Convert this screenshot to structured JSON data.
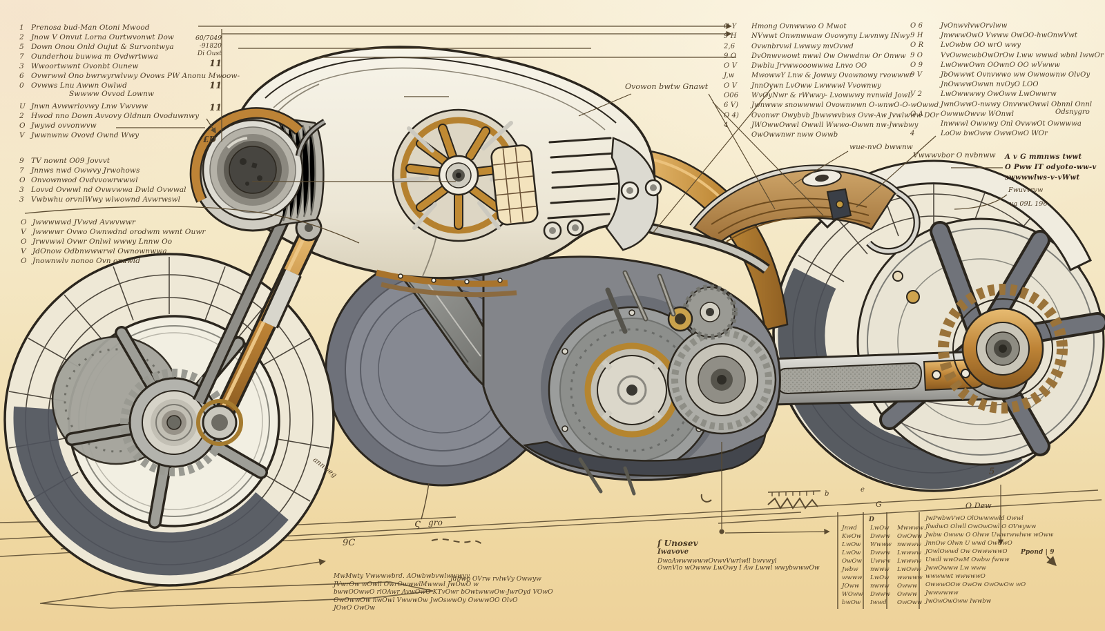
{
  "palette": {
    "paper": "#f4e7c4",
    "ink": "#4a3a25",
    "outline": "#2b261e",
    "brass": "#bd8336",
    "steel": "#b9b8b2",
    "tire_shadow": "#4e525c",
    "cream_body": "#f2eee1"
  },
  "left_panel": {
    "groupA": {
      "items": [
        {
          "n": "1",
          "t": "Prenosa bud-Man Otoni Mwood"
        },
        {
          "n": "2",
          "t": "Jnow V Onvut Lorna Ourtwvonwt Dow"
        },
        {
          "n": "5",
          "t": "Down Onou Onld Oujut & Survontwya"
        },
        {
          "n": "7",
          "t": "Ounderhou buwwa m Ovdwrtwwa"
        },
        {
          "n": "3",
          "t": "Wwoortwwnt Ovonbt Ounew"
        },
        {
          "n": "6",
          "t": "Ovwrwwl Ono bwrwyrwlvwy Ovows PW Anonu Mwoow-"
        },
        {
          "n": "0",
          "t": "Ovwws Lnu Awwn Owlwd"
        }
      ],
      "subtitle": "Swwww Ovvod Lownw"
    },
    "groupB": {
      "items": [
        {
          "n": "U",
          "t": "Jnwn Avwwrlovwy Lnw Vwvww"
        },
        {
          "n": "2",
          "t": "Hwod nno Down Avvovy Oldnun Ovoduwnwy"
        },
        {
          "n": "O",
          "t": "Jwywd ovvonwvw"
        },
        {
          "n": "V",
          "t": "Jwwnwnw Ovovd Ownd Wwy"
        }
      ]
    },
    "groupC": {
      "items": [
        {
          "n": "9",
          "t": "TV nownt O09 Jovvvt"
        },
        {
          "n": "7",
          "t": "Jnnws nwd Owwvy Jrwohows"
        },
        {
          "n": "O",
          "t": "Onvownwod Ovdvvowrwwwl"
        },
        {
          "n": "3",
          "t": "Lovvd Ovwwl nd Ovwvwwa Dwld Ovwwal"
        },
        {
          "n": "3",
          "t": "Vwbwhu orvnlWwy wlwownd Avwrwswl"
        }
      ]
    },
    "groupD": {
      "items": [
        {
          "n": "O",
          "t": "Jwwwwwd JVwvd Avwvwwr"
        },
        {
          "n": "V",
          "t": "Jwwwwr Ovwo Ownwdnd orodwm wwnt Ouwr"
        },
        {
          "n": "O",
          "t": "Jrwvwwl Ovwr Onlwl wwwy Lnnw Oo"
        },
        {
          "n": "V",
          "t": "JdOnow Odbnwwwrwl Ownownwwa"
        },
        {
          "n": "O",
          "t": "Jnownwlv nonoo Ovn onawld"
        }
      ]
    },
    "dims": {
      "values": [
        "60/7049",
        "-91820",
        "Di Oust"
      ],
      "tick1": "11",
      "tick2": "11",
      "tick3": "11",
      "bottom": "£D"
    }
  },
  "right_list_1": {
    "items": [
      {
        "p": "O Y",
        "t": "Hmong Ovnwwwo O Mwot"
      },
      {
        "p": "9 H",
        "t": "NVwwt Onwnwwaw Ovowyny Lwvnwy INwy"
      },
      {
        "p": "2,6",
        "t": "Ovwnbrvwl Lwwwy mvOvwd"
      },
      {
        "p": "9 O",
        "t": "DvOnwvwowt nwwl Ow Owwdnw Or Onww"
      },
      {
        "p": "O V",
        "t": "Dwblu Jrvwwooowwwa Lnvo OO"
      },
      {
        "p": "J,w",
        "t": "MwowwY Lnw & Jowwy Ovownowy rvowwwr"
      },
      {
        "p": "O V",
        "t": "JnnOvwn LvOww Lwwwwl Vvownwy"
      },
      {
        "p": "O06",
        "t": "WvOyNwr & rWwwy- Lvowwwy nvnwld JowL"
      },
      {
        "p": "6 V)",
        "t": "Jwnwww snowwwwl Ovownwwn O-wnwO-O-wOwwd"
      },
      {
        "p": "O 4)",
        "t": "Ovonwr Owybvb Jbwwwvbws Ovw-Aw Jvwlwww DOr"
      },
      {
        "p": "4",
        "t": "JWOwwOwwl Owwll Wwwo-Owwn nw-Jwwbwy"
      },
      {
        "p": "",
        "t": "OwOwwnwr nww Owwb"
      }
    ]
  },
  "right_list_2": {
    "items": [
      {
        "p": "O 6",
        "t": "JvOnwvlvwOrvlww"
      },
      {
        "p": "9 H",
        "t": "JnwwwOwO Vwww OwOO-hwOnwVwt"
      },
      {
        "p": "O R",
        "t": "LvOwbw OO wrO wwy"
      },
      {
        "p": "9 O",
        "t": "VvOwwcwbOwOrOw Lww wwwd wbnl IwwOr"
      },
      {
        "p": "O 9",
        "t": "LwOwwOwn OOwnO OO wVwww"
      },
      {
        "p": "9 V",
        "t": "JbOwwwt Ovnvwwo ww Owwownw OlvOy"
      },
      {
        "p": "",
        "t": "JnOwwwOwwn nvOyO LOO"
      },
      {
        "p": "V 2",
        "t": "LwOwwwwy OwOww LwOwwrw"
      },
      {
        "p": "",
        "t": "JwnOwwO-nwwy OnvwwOwwl Obnnl Onnl"
      },
      {
        "p": "O A",
        "t": "OwwwOwvw WOnwl"
      },
      {
        "p": "",
        "t": "Inwwwl Owwwy Onl OvwwOt Owwwwa"
      },
      {
        "p": "4",
        "t": "LoOw bwOww OwwOwO WOr"
      }
    ]
  },
  "callouts": {
    "top_center": "Ovowon bwtw Gnawt",
    "tail1": "wue-nvO bwwnw",
    "tail2": "Vwwwvbor O nvbnww",
    "odsnygro": "Odsnygro",
    "sprocket1": "Fwuvvrvw",
    "sprocket2": "va 09L 196",
    "engine_script": "annweg"
  },
  "bold_note": {
    "l1": "A v G mmnws twwt",
    "l2": "O Pww IT odyoto-ww-v",
    "l3": "swwwwlws-v-vWwt"
  },
  "center_note": {
    "head": "ſ Unosev",
    "sub": "Iwavove",
    "l1": "DwoAwwwwwwOvwvVwrlwll bwvwyl",
    "l2": "OwnVlo wOwww LwOwy I Aw Lwwl wwybwwwOw"
  },
  "footer_para": {
    "items": [
      "MwMwty Vwwwwbrd. AOwbwbvwlwwwyy",
      "JVwrOw wOwll OwrOwwwlMwwwl JwOwO w",
      "bwwOOwwO rlOAwr AvwOwO KTvOwr bOwtwwwOw-JwrOyd VOwO",
      "OwOwwOw nwOwl VwwwOw JwOswwOy OwwwOO OlvO",
      "JOwO OwOw"
    ]
  },
  "footer_note": "Jdbwp OVrw rvlwVy Owwyw",
  "table": {
    "title": "O Dew",
    "col2_header": "D",
    "note": "Ppond | 9",
    "rows": [
      {
        "a": "Jnwd",
        "b": "LwOw",
        "c": "Mwwww"
      },
      {
        "a": "KwOw",
        "b": "Dwww",
        "c": "OwOww"
      },
      {
        "a": "LwOw",
        "b": "Wwww",
        "c": "nwwww"
      },
      {
        "a": "LwOw",
        "b": "Dwww",
        "c": "Lwwww"
      },
      {
        "a": "OwOw",
        "b": "Uwww",
        "c": "Lwwww"
      },
      {
        "a": "Jwbw",
        "b": "nwww",
        "c": "LwOww"
      },
      {
        "a": "wwww",
        "b": "LwOw",
        "c": "wwwww"
      },
      {
        "a": "JOww",
        "b": "nwww",
        "c": "Owww"
      },
      {
        "a": "WOww",
        "b": "Dwww",
        "c": "Owww"
      },
      {
        "a": "bwOw",
        "b": "Iwwd",
        "c": "OwOww"
      }
    ],
    "desc_rows": [
      "JwPwbwVwO OlOwwwwld Owwl",
      "JlwdwO Olwll OwOwOwl O OVwyww",
      "Jwbw Owww O Olww Uwwrwwlww wOww",
      "JnnOw Olwn U wwd OwOwO",
      "JOwlOwwd Ow OwwwwwO",
      "Uwdl wwOwM Owbw fwww",
      "JwwOwww Lw www",
      "wwwwwt wwwwwO",
      "OwwwOOw OwOw OwOwOw wO",
      "Jwwwwww",
      "JwOwOwOww Iwwbw"
    ]
  },
  "marks": {
    "curl": "ς",
    "gro": "gro",
    "ninec": "9C",
    "five": "5",
    "gee": "G",
    "ee": "e",
    "bee": "b"
  }
}
